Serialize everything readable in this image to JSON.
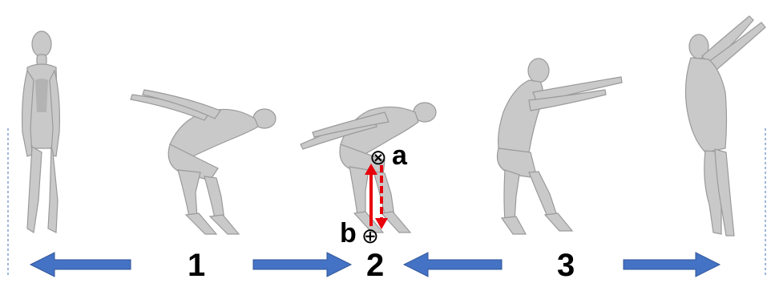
{
  "phases": [
    {
      "label": "1"
    },
    {
      "label": "2"
    },
    {
      "label": "3"
    }
  ],
  "points": {
    "a": {
      "label": "a",
      "symbol": "⊗"
    },
    "b": {
      "label": "b",
      "symbol": "⊕"
    }
  },
  "colors": {
    "arrow": "#4472c4",
    "displacement": "#e8000b",
    "figure": "#c9c9c9",
    "guide": "#7f9fd0"
  }
}
